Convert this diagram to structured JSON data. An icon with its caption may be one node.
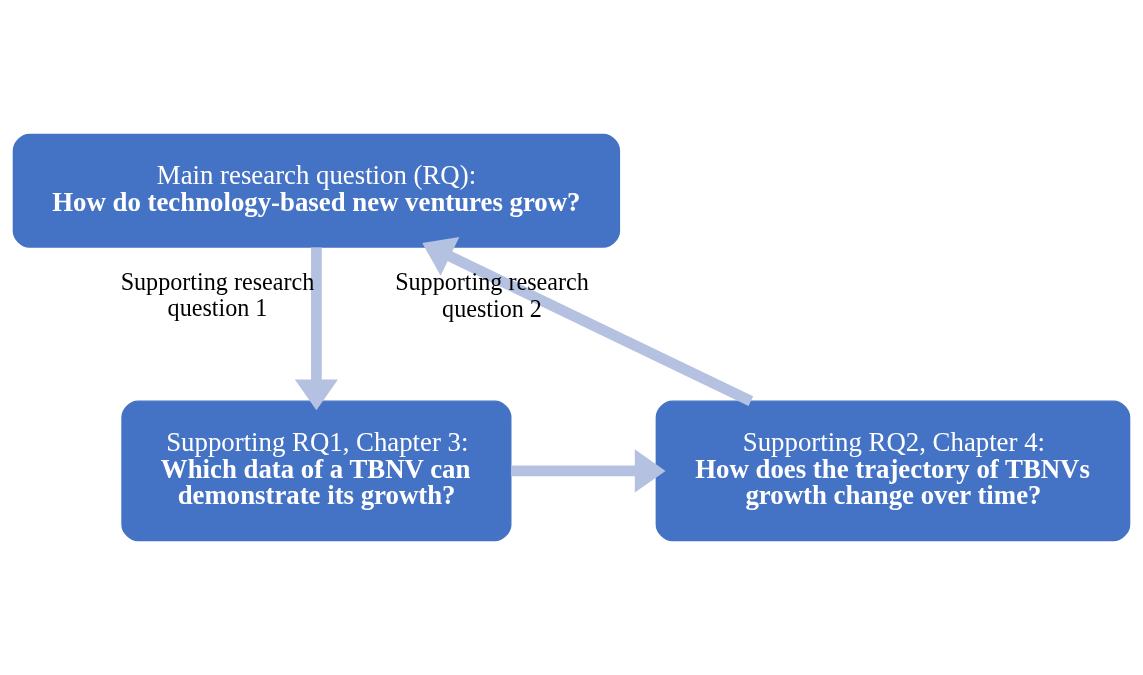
{
  "diagram": {
    "nodes": [
      {
        "text": [
          "Main research question (RQ):",
          "How do technology-based new ventures grow?"
        ]
      },
      {
        "text": [
          "Supporting RQ1, Chapter 3:",
          "Which data of a TBNV can demonstrate its growth?"
        ]
      },
      {
        "text": [
          "Supporting RQ2, Chapter 4:",
          "How does the trajectory of TBNVs growth change over time?"
        ]
      }
    ],
    "edges": [
      {
        "from": 0,
        "to": 1,
        "arrow": "to",
        "label": "Supporting research question 1"
      },
      {
        "from": 1,
        "to": 2,
        "arrow": "to"
      },
      {
        "from": 2,
        "to": 0,
        "arrow": "to",
        "label": "Supporting research question 2"
      }
    ]
  }
}
